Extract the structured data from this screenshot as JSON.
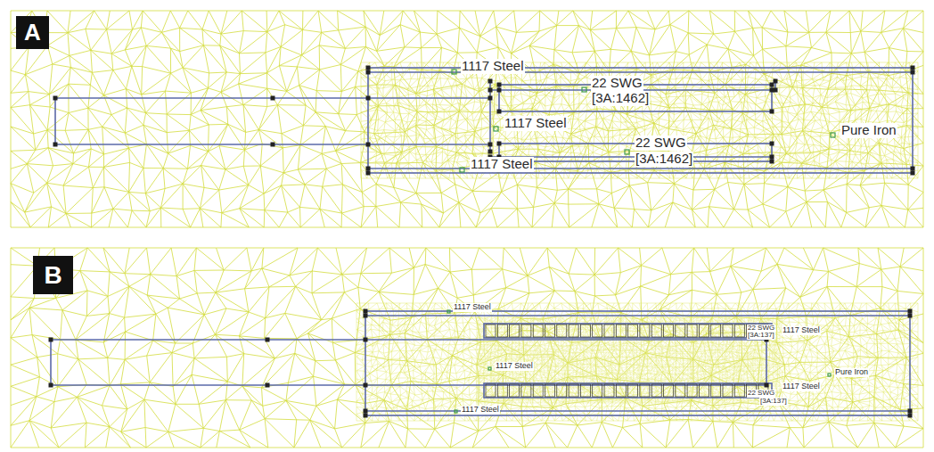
{
  "diagram": {
    "nodes": [
      {
        "text": [
          "A"
        ]
      },
      {
        "text": [
          "B"
        ]
      }
    ],
    "labels": [
      "1117 Steel",
      "22 SWG",
      "[3A:1462]",
      "1117 Steel",
      "22 SWG",
      "[3A:1462]",
      "1117 Steel",
      "Pure Iron",
      "1117 Steel",
      "22 SWG",
      "[3A:137]",
      "1117 Steel",
      "1117 Steel",
      "Pure Iron",
      "1117 Steel",
      "22 SWG",
      "[3A:137]",
      "1117 Steel"
    ]
  }
}
